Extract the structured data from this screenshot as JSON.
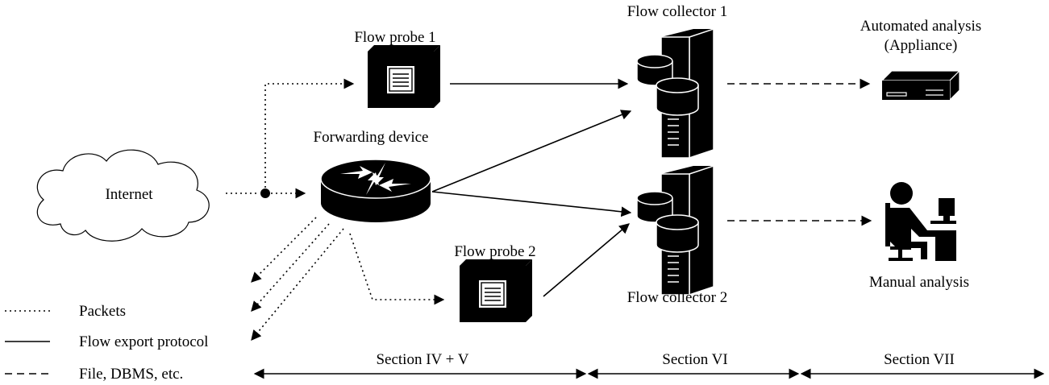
{
  "nodes": {
    "internet": "Internet",
    "forwarding_device": "Forwarding device",
    "flow_probe_1": "Flow probe 1",
    "flow_probe_2": "Flow probe 2",
    "flow_collector_1": "Flow collector 1",
    "flow_collector_2": "Flow collector 2",
    "automated_analysis_line1": "Automated analysis",
    "automated_analysis_line2": "(Appliance)",
    "manual_analysis": "Manual analysis"
  },
  "legend": {
    "packets": "Packets",
    "flow_export_protocol": "Flow export protocol",
    "file_dbms": "File, DBMS, etc."
  },
  "sections": {
    "s1": "Section IV + V",
    "s2": "Section VI",
    "s3": "Section VII"
  },
  "icons": {
    "internet": "cloud-icon",
    "forwarding_device": "router-icon",
    "probe": "probe-box-icon",
    "collector": "server-database-icon",
    "appliance": "appliance-icon",
    "analyst": "person-at-computer-icon"
  },
  "colors": {
    "ink": "#000000",
    "paper": "#ffffff"
  }
}
